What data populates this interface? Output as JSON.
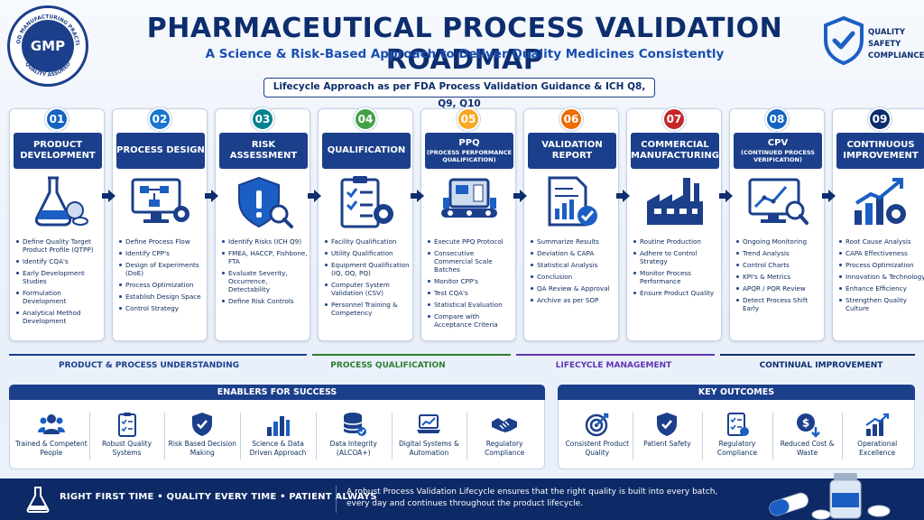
{
  "header": {
    "title": "PHARMACEUTICAL PROCESS VALIDATION ROADMAP",
    "subtitle": "A Science & Risk-Based Approach to Deliver Quality Medicines Consistently",
    "badge": {
      "top_text": "GOOD MANUFACTURING PRACTICE",
      "center": "GMP",
      "bottom_text": "QUALITY ASSURED"
    },
    "right_tags": [
      "QUALITY",
      "SAFETY",
      "COMPLIANCE"
    ]
  },
  "lifecycle_banner": "Lifecycle Approach as per FDA Process Validation Guidance & ICH Q8, Q9, Q10",
  "phases": [
    {
      "num": "01",
      "title": "PRODUCT DEVELOPMENT",
      "sub": "",
      "color": "#1565c0",
      "icon": "flask-icon",
      "bullets": [
        "Define Quality Target Product Profile (QTPP)",
        "Identify CQA's",
        "Early Development Studies",
        "Formulation Development",
        "Analytical Method Development"
      ]
    },
    {
      "num": "02",
      "title": "PROCESS DESIGN",
      "sub": "",
      "color": "#1976d2",
      "icon": "monitor-diagram-icon",
      "bullets": [
        "Define Process Flow",
        "Identify CPP's",
        "Design of Experiments (DoE)",
        "Process Optimization",
        "Establish Design Space",
        "Control Strategy"
      ]
    },
    {
      "num": "03",
      "title": "RISK ASSESSMENT",
      "sub": "",
      "color": "#00838f",
      "icon": "shield-magnifier-icon",
      "bullets": [
        "Identify Risks (ICH Q9)",
        "FMEA, HACCP, Fishbone, FTA",
        "Evaluate Severity, Occurrence, Detectability",
        "Define Risk Controls"
      ]
    },
    {
      "num": "04",
      "title": "QUALIFICATION",
      "sub": "",
      "color": "#43a047",
      "icon": "checklist-gear-icon",
      "bullets": [
        "Facility Qualification",
        "Utility Qualification",
        "Equipment Qualification (IQ, OQ, PQ)",
        "Computer System Validation (CSV)",
        "Personnel Training & Competency"
      ]
    },
    {
      "num": "05",
      "title": "PPQ",
      "sub": "(PROCESS PERFORMANCE QUALIFICATION)",
      "color": "#f9a825",
      "icon": "production-line-icon",
      "bullets": [
        "Execute PPQ Protocol",
        "Consecutive Commercial Scale Batches",
        "Monitor CPP's",
        "Test CQA's",
        "Statistical Evaluation",
        "Compare with Acceptance Criteria"
      ]
    },
    {
      "num": "06",
      "title": "VALIDATION REPORT",
      "sub": "",
      "color": "#ef6c00",
      "icon": "report-check-icon",
      "bullets": [
        "Summarize Results",
        "Deviation & CAPA",
        "Statistical Analysis",
        "Conclusion",
        "QA Review & Approval",
        "Archive as per SOP"
      ]
    },
    {
      "num": "07",
      "title": "COMMERCIAL MANUFACTURING",
      "sub": "",
      "color": "#c62828",
      "icon": "factory-icon",
      "bullets": [
        "Routine Production",
        "Adhere to Control Strategy",
        "Monitor Process Performance",
        "Ensure Product Quality"
      ]
    },
    {
      "num": "08",
      "title": "CPV",
      "sub": "(CONTINUED PROCESS VERIFICATION)",
      "color": "#1565c0",
      "icon": "trend-monitor-icon",
      "bullets": [
        "Ongoing Monitoring",
        "Trend Analysis",
        "Control Charts",
        "KPI's & Metrics",
        "APQR / PQR Review",
        "Detect Process Shift Early"
      ]
    },
    {
      "num": "09",
      "title": "CONTINUOUS IMPROVEMENT",
      "sub": "",
      "color": "#0d2e6e",
      "icon": "growth-chart-icon",
      "bullets": [
        "Root Cause Analysis",
        "CAPA Effectiveness",
        "Process Optimization",
        "Innovation & Technology",
        "Enhance Efficiency",
        "Strengthen Quality Culture"
      ]
    }
  ],
  "stages": [
    {
      "label": "PRODUCT & PROCESS UNDERSTANDING",
      "color": "#1b3f8b"
    },
    {
      "label": "PROCESS QUALIFICATION",
      "color": "#2e7d32"
    },
    {
      "label": "LIFECYCLE MANAGEMENT",
      "color": "#5e35b1"
    },
    {
      "label": "CONTINUAL IMPROVEMENT",
      "color": "#0d2e6e"
    }
  ],
  "enablers": {
    "title": "ENABLERS FOR SUCCESS",
    "items": [
      {
        "label": "Trained & Competent People",
        "icon": "people-icon"
      },
      {
        "label": "Robust Quality Systems",
        "icon": "clipboard-icon"
      },
      {
        "label": "Risk Based Decision Making",
        "icon": "shield-check-icon"
      },
      {
        "label": "Science & Data Driven Approach",
        "icon": "bar-chart-icon"
      },
      {
        "label": "Data Integrity (ALCOA+)",
        "icon": "database-icon"
      },
      {
        "label": "Digital Systems & Automation",
        "icon": "laptop-chart-icon"
      },
      {
        "label": "Regulatory Compliance",
        "icon": "handshake-icon"
      }
    ]
  },
  "outcomes": {
    "title": "KEY OUTCOMES",
    "items": [
      {
        "label": "Consistent Product Quality",
        "icon": "target-icon"
      },
      {
        "label": "Patient Safety",
        "icon": "shield-check-icon"
      },
      {
        "label": "Regulatory Compliance",
        "icon": "checklist-icon"
      },
      {
        "label": "Reduced Cost & Waste",
        "icon": "money-down-icon"
      },
      {
        "label": "Operational Excellence",
        "icon": "growth-bars-icon"
      }
    ]
  },
  "footer": {
    "slogan": "RIGHT FIRST TIME  •  QUALITY EVERY TIME  •  PATIENT ALWAYS",
    "note": "A robust Process Validation Lifecycle ensures that the right quality is built into every batch, every day and continues throughout the product lifecycle."
  }
}
